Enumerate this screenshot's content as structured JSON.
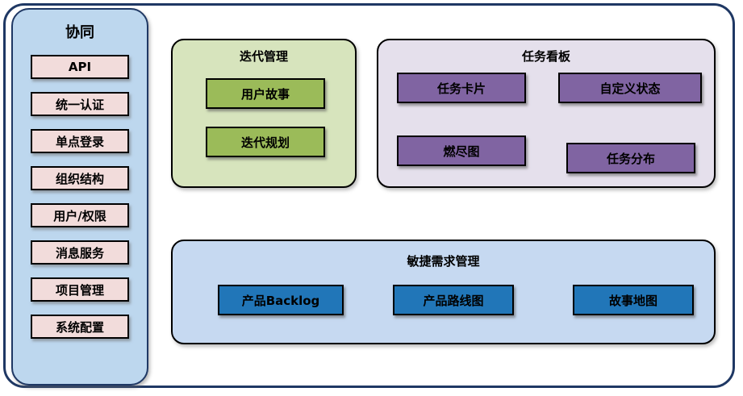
{
  "sidebar": {
    "title": "协同",
    "items": [
      "API",
      "统一认证",
      "单点登录",
      "组织结构",
      "用户/权限",
      "消息服务",
      "项目管理",
      "系统配置"
    ]
  },
  "iteration": {
    "title": "迭代管理",
    "items": [
      "用户故事",
      "迭代规划"
    ]
  },
  "kanban": {
    "title": "任务看板",
    "items": [
      "任务卡片",
      "自定义状态",
      "燃尽图",
      "任务分布"
    ]
  },
  "requirements": {
    "title": "敏捷需求管理",
    "items": [
      "产品Backlog",
      "产品路线图",
      "故事地图"
    ]
  },
  "colors": {
    "frame_border": "#1F3864",
    "sidebar_fill": "#BDD7EE",
    "sidebar_box_fill": "#F2DCDB",
    "iteration_panel_fill": "#D7E4BD",
    "iteration_box_fill": "#9BBB59",
    "kanban_panel_fill": "#E5E0EC",
    "kanban_box_fill": "#8064A2",
    "requirements_panel_fill": "#C6D9F1",
    "requirements_box_fill": "#2176B8"
  }
}
